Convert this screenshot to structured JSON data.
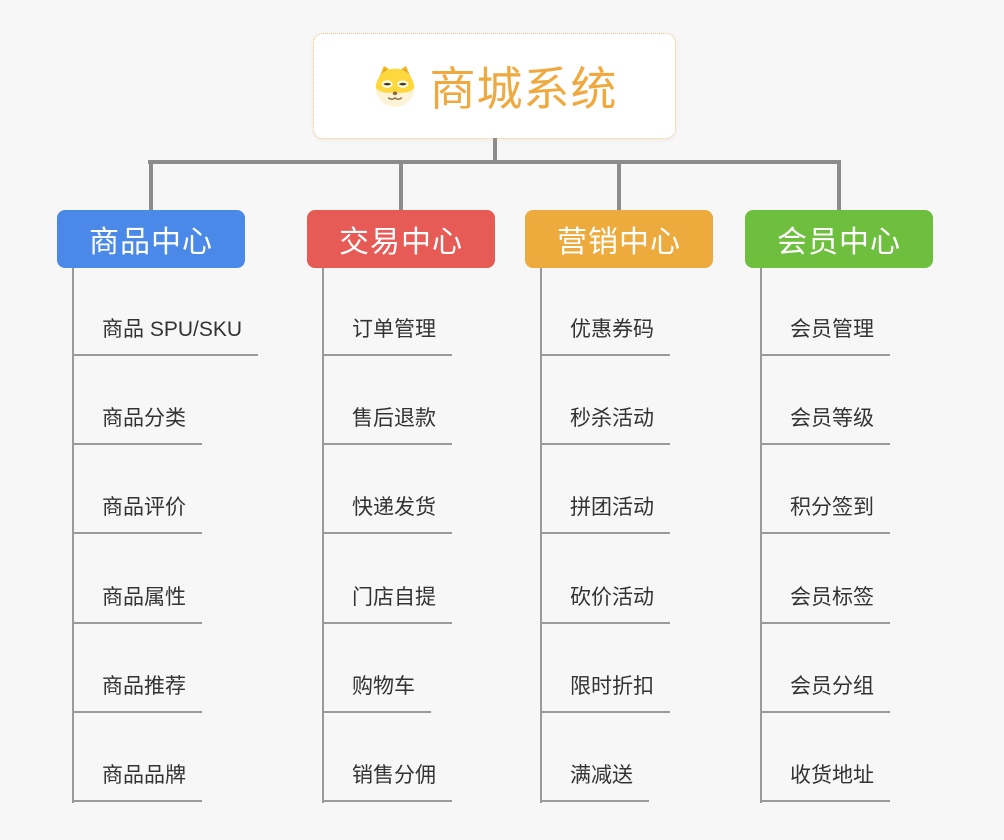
{
  "root": {
    "title": "商城系统",
    "icon": "dog-face-icon"
  },
  "branches": [
    {
      "label": "商品中心",
      "color": "#4a89e8",
      "children": [
        "商品 SPU/SKU",
        "商品分类",
        "商品评价",
        "商品属性",
        "商品推荐",
        "商品品牌"
      ]
    },
    {
      "label": "交易中心",
      "color": "#e65b55",
      "children": [
        "订单管理",
        "售后退款",
        "快递发货",
        "门店自提",
        "购物车",
        "销售分佣"
      ]
    },
    {
      "label": "营销中心",
      "color": "#edaa3d",
      "children": [
        "优惠券码",
        "秒杀活动",
        "拼团活动",
        "砍价活动",
        "限时折扣",
        "满减送"
      ]
    },
    {
      "label": "会员中心",
      "color": "#6fbf3f",
      "children": [
        "会员管理",
        "会员等级",
        "积分签到",
        "会员标签",
        "会员分组",
        "收货地址"
      ]
    }
  ],
  "colors": {
    "background": "#f7f7f7",
    "connector": "#8c8c8c",
    "leaf_line": "#9a9a9a",
    "leaf_text": "#333333",
    "root_title": "#efa93f",
    "root_border": "#f0bf76"
  }
}
